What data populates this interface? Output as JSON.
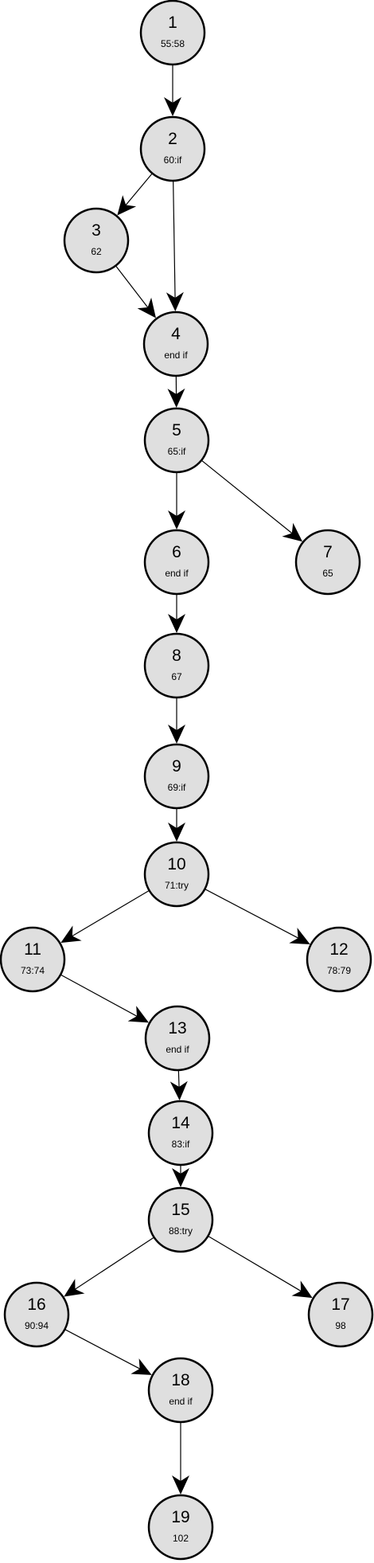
{
  "colors": {
    "node_fill": "#dfdfdf",
    "stroke": "#000000",
    "text": "#000000",
    "background": "#ffffff"
  },
  "nodes": [
    {
      "id": "1",
      "label": "55:58"
    },
    {
      "id": "2",
      "label": "60:if"
    },
    {
      "id": "3",
      "label": "62"
    },
    {
      "id": "4",
      "label": "end if"
    },
    {
      "id": "5",
      "label": "65:if"
    },
    {
      "id": "6",
      "label": "end if"
    },
    {
      "id": "7",
      "label": "65"
    },
    {
      "id": "8",
      "label": "67"
    },
    {
      "id": "9",
      "label": "69:if"
    },
    {
      "id": "10",
      "label": "71:try"
    },
    {
      "id": "11",
      "label": "73:74"
    },
    {
      "id": "12",
      "label": "78:79"
    },
    {
      "id": "13",
      "label": "end if"
    },
    {
      "id": "14",
      "label": "83:if"
    },
    {
      "id": "15",
      "label": "88:try"
    },
    {
      "id": "16",
      "label": "90:94"
    },
    {
      "id": "17",
      "label": "98"
    },
    {
      "id": "18",
      "label": "end if"
    },
    {
      "id": "19",
      "label": "102"
    }
  ],
  "edges": [
    {
      "from": "1",
      "to": "2"
    },
    {
      "from": "2",
      "to": "3"
    },
    {
      "from": "2",
      "to": "4"
    },
    {
      "from": "3",
      "to": "4"
    },
    {
      "from": "4",
      "to": "5"
    },
    {
      "from": "5",
      "to": "6"
    },
    {
      "from": "5",
      "to": "7"
    },
    {
      "from": "6",
      "to": "8"
    },
    {
      "from": "8",
      "to": "9"
    },
    {
      "from": "9",
      "to": "10"
    },
    {
      "from": "10",
      "to": "11"
    },
    {
      "from": "10",
      "to": "12"
    },
    {
      "from": "11",
      "to": "13"
    },
    {
      "from": "13",
      "to": "14"
    },
    {
      "from": "14",
      "to": "15"
    },
    {
      "from": "15",
      "to": "16"
    },
    {
      "from": "15",
      "to": "17"
    },
    {
      "from": "16",
      "to": "18"
    },
    {
      "from": "18",
      "to": "19"
    }
  ]
}
